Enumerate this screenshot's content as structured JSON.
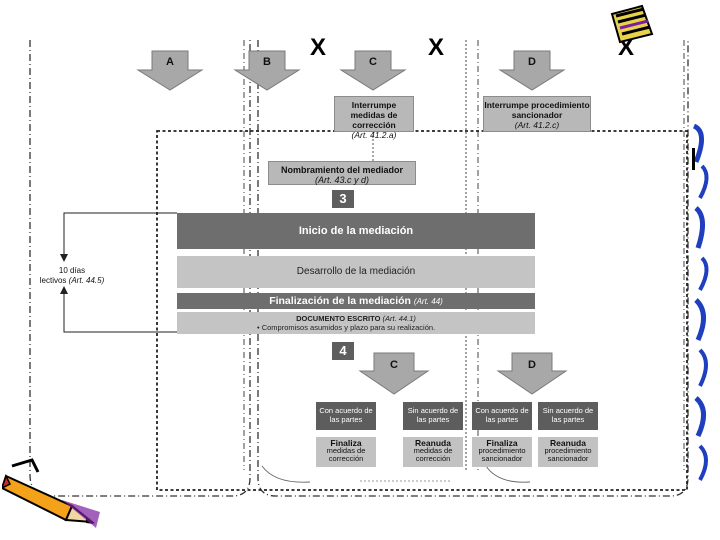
{
  "top_arrows": [
    {
      "label": "A"
    },
    {
      "label": "B"
    },
    {
      "label": "C"
    },
    {
      "label": "D"
    }
  ],
  "x_marks": [
    "X",
    "X",
    "X"
  ],
  "interrupt_boxes": [
    {
      "title": "Interrumpe medidas de corrección",
      "ref": "(Art. 41.2.a)"
    },
    {
      "title": "Interrumpe procedimiento sancionador",
      "ref": "(Art. 41.2.c)"
    }
  ],
  "mediator": {
    "title": "Nombramiento del mediador",
    "ref": "(Art. 43.c y d)"
  },
  "steps": [
    "3",
    "4"
  ],
  "start": "Inicio de la mediación",
  "development": "Desarrollo de la mediación",
  "finalization": {
    "title": "Finalización de la mediación",
    "ref": "(Art. 44)"
  },
  "document": {
    "title": "DOCUMENTO ESCRITO",
    "ref": "(Art. 44.1)",
    "bullet": "Compromisos asumidos y plazo para su realización."
  },
  "deadline": {
    "line1": "10 días",
    "line2": "lectivos",
    "ref": "(Art. 44.5)"
  },
  "bottom_arrows": [
    {
      "label": "C"
    },
    {
      "label": "D"
    }
  ],
  "outcomes": {
    "agreements": [
      "Con acuerdo de las partes",
      "Sin acuerdo de las partes",
      "Con acuerdo de las partes",
      "Sin acuerdo de las partes"
    ],
    "results": [
      {
        "verb": "Finaliza",
        "rest": "medidas de corrección"
      },
      {
        "verb": "Reanuda",
        "rest": "medidas de corrección"
      },
      {
        "verb": "Finaliza",
        "rest": "procedimiento sancionador"
      },
      {
        "verb": "Reanuda",
        "rest": "procedimiento sancionador"
      }
    ]
  },
  "colors": {
    "dark": "#6e6e6e",
    "light": "#c4c4c4",
    "accent_blue": "#1f3fbf"
  }
}
